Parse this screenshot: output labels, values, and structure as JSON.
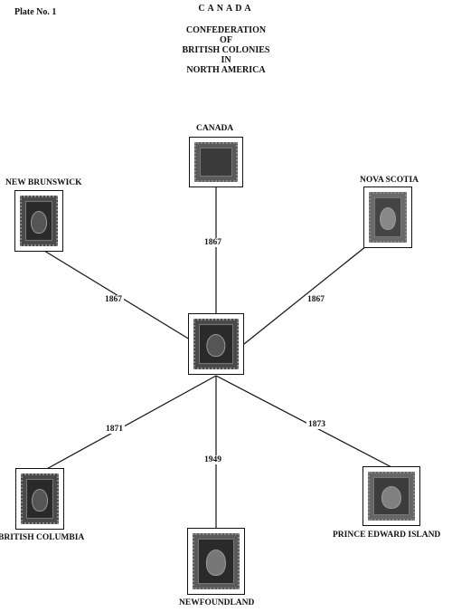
{
  "header": {
    "plate": "Plate No. 1",
    "country": "CANADA",
    "subtitle": [
      "CONFEDERATION",
      "OF",
      "BRITISH COLONIES",
      "IN",
      "NORTH AMERICA"
    ]
  },
  "center_stamp": "stamp-canada-confederation-icon",
  "colonies": [
    {
      "name": "CANADA",
      "year": "1867",
      "icon": "stamp-canada-beaver-icon"
    },
    {
      "name": "NEW BRUNSWICK",
      "year": "1867",
      "icon": "stamp-new-brunswick-icon"
    },
    {
      "name": "NOVA SCOTIA",
      "year": "1867",
      "icon": "stamp-nova-scotia-icon"
    },
    {
      "name": "BRITISH COLUMBIA",
      "year": "1871",
      "icon": "stamp-british-columbia-icon"
    },
    {
      "name": "NEWFOUNDLAND",
      "year": "1949",
      "icon": "stamp-newfoundland-icon"
    },
    {
      "name": "PRINCE EDWARD ISLAND",
      "year": "1873",
      "icon": "stamp-prince-edward-island-icon"
    }
  ]
}
